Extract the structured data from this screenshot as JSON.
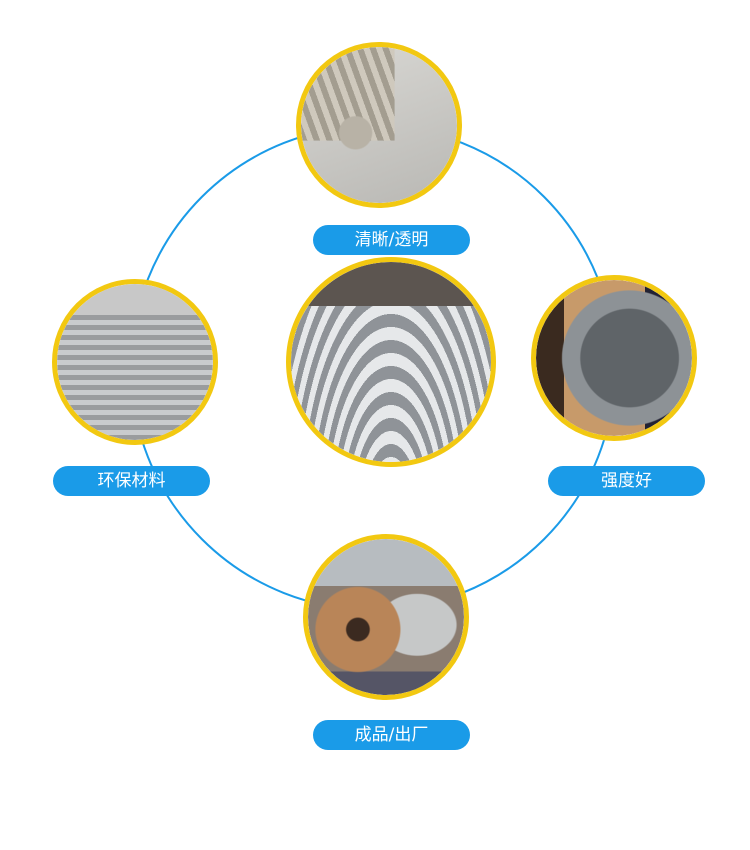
{
  "features": {
    "top": {
      "label": "清晰/透明",
      "image": "aluminum-strand-cross-section"
    },
    "left": {
      "label": "环保材料",
      "image": "wire-coil-stacks"
    },
    "right": {
      "label": "强度好",
      "image": "wire-cable-reel"
    },
    "bottom": {
      "label": "成品/出厂",
      "image": "finished-cable-drums"
    },
    "center": {
      "image": "factory-wire-coils"
    }
  },
  "colors": {
    "accent": "#1a9be8",
    "ring": "#f2c811"
  }
}
